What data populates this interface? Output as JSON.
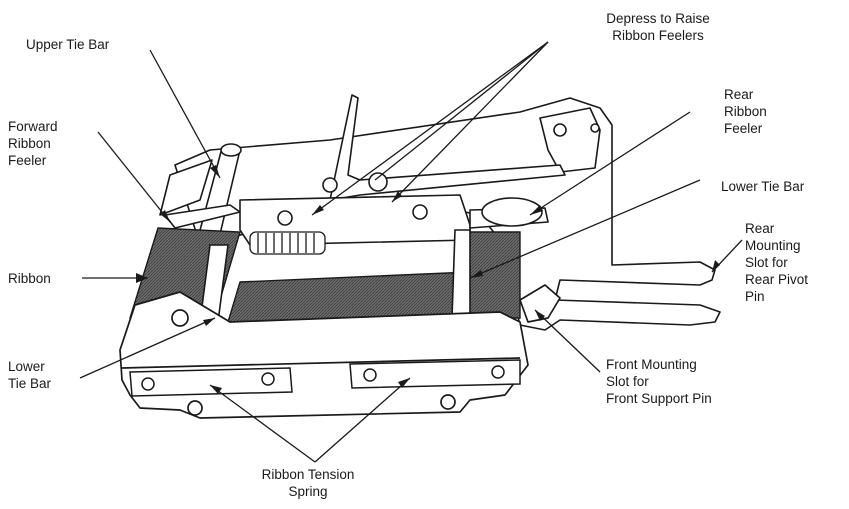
{
  "labels": {
    "upper_tie_bar": "Upper Tie Bar",
    "depress_to_raise": "Depress to Raise\nRibbon Feelers",
    "forward_ribbon_feeler": "Forward\nRibbon\nFeeler",
    "rear_ribbon_feeler": "Rear\nRibbon\nFeeler",
    "lower_tie_bar_right": "Lower Tie Bar",
    "ribbon": "Ribbon",
    "rear_mounting_slot": "Rear\nMounting\nSlot for\nRear Pivot\nPin",
    "lower_tie_bar_left": "Lower\nTie Bar",
    "front_mounting_slot": "Front Mounting\nSlot for\nFront Support Pin",
    "ribbon_tension_spring": "Ribbon Tension\nSpring"
  },
  "colors": {
    "line": "#1a1a1a",
    "ribbon_fill": "#7a7a7a",
    "paper": "#ffffff"
  }
}
